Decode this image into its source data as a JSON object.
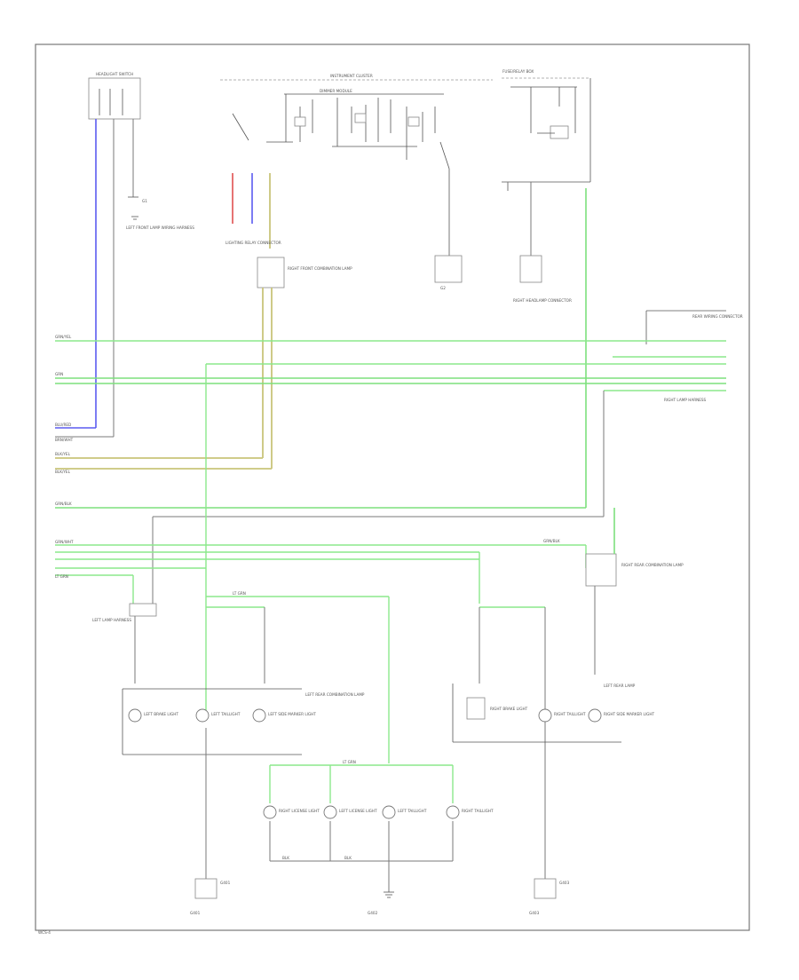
{
  "diagram": {
    "page_label": "WCS-4",
    "components": {
      "headlight_switch": "HEADLIGHT SWITCH",
      "ground_g1": "G1",
      "junction_left": "LEFT FRONT LAMP WIRING HARNESS",
      "instrument_cluster": "INSTRUMENT CLUSTER",
      "dimmer_module": "DIMMER MODULE",
      "lighting_relay": "LIGHTING RELAY CONNECTOR",
      "right_front_combo": "RIGHT FRONT COMBINATION LAMP",
      "ground_g2": "G2",
      "junction_right": "RIGHT HEADLAMP CONNECTOR",
      "fuse_junction": "FUSE/RELAY BOX",
      "left_bulb_pack": "LEFT REAR LAMP",
      "left_rear_combo": "LEFT REAR COMBINATION LAMP",
      "right_rear_combo": "RIGHT REAR COMBINATION LAMP",
      "license_connector": "REAR WIRING CONNECTOR",
      "bottom_left_ground": "G401",
      "bottom_center_ground": "G402",
      "bottom_right_ground": "G403",
      "left_connector": "LEFT LAMP HARNESS",
      "right_connector": "RIGHT LAMP HARNESS"
    },
    "wire_labels": {
      "w1": "GRN/YEL",
      "w2": "GRN",
      "w3": "BLU/RED",
      "w4": "BRN/WHT",
      "w5": "BLK/YEL",
      "w6": "BLK/YEL",
      "w7": "GRN/BLK",
      "w8": "GRN/WHT",
      "w9": "LT GRN",
      "w10": "LT GRN",
      "w11": "GRN/BLK",
      "w12": "LT GRN",
      "w13": "BLK",
      "w14": "BLK"
    },
    "lamps": {
      "l1": "LEFT BRAKE LIGHT",
      "l2": "LEFT TAILLIGHT",
      "l3": "LEFT SIDE MARKER LIGHT",
      "l4": "RIGHT BRAKE LIGHT",
      "l5": "RIGHT TAILLIGHT",
      "l6": "RIGHT SIDE MARKER LIGHT",
      "l7": "RIGHT LICENSE LIGHT",
      "l8": "LEFT LICENSE LIGHT",
      "l9": "LEFT TAILLIGHT",
      "l10": "RIGHT TAILLIGHT"
    }
  }
}
